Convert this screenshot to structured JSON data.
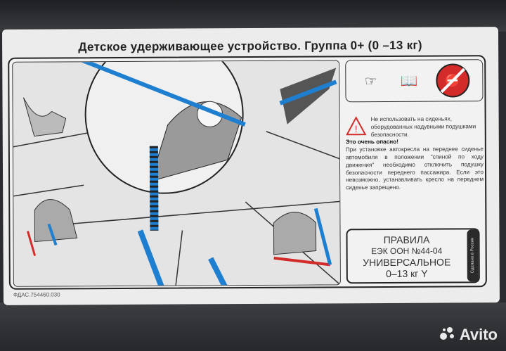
{
  "label": {
    "title": "Детское удерживающее устройство. Группа 0+ (0 –13 кг)",
    "code": "ФДАС.754460.030",
    "icons": [
      "pointing-hand-icon",
      "instruction-book-icon",
      "no-airbag-seat-icon"
    ],
    "warning": {
      "line1": "Не использовать на сиденьях, оборудованных надувными подушками безопасности.",
      "emphasis": "Это очень опасно!",
      "body": "При установке автокресла на переднее сиденье автомобиля в положении \"спиной по ходу движения\" необходимо отключить подушку безопасности переднего пассажира. Если это невозможно, устанавливать кресло на переднем сиденье запрещено."
    },
    "rules": {
      "line1": "ПРАВИЛА",
      "line2": "ЕЭК ООН №44-04",
      "line3": "УНИВЕРСАЛЬНОЕ",
      "line4": "0–13 кг Y",
      "made_in": "Сделано в России"
    },
    "colors": {
      "accent_blue": "#1e7fd0",
      "warning_red": "#d32a2a"
    }
  },
  "watermark": {
    "text": "Avito"
  }
}
